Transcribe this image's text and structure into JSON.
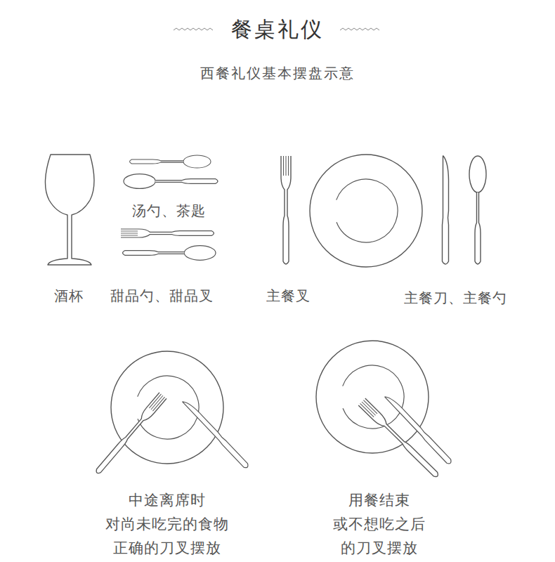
{
  "diagram": {
    "title": "餐桌礼仪",
    "labels": [
      "西餐礼仪基本摆盘示意",
      "汤勺、茶匙",
      "酒杯",
      "甜品勺、甜品叉",
      "主餐叉",
      "主餐刀、主餐勺",
      "中途离席时 对尚未吃完的食物 正确的刀叉摆放",
      "用餐结束 或不想吃之后 的刀叉摆放"
    ]
  }
}
